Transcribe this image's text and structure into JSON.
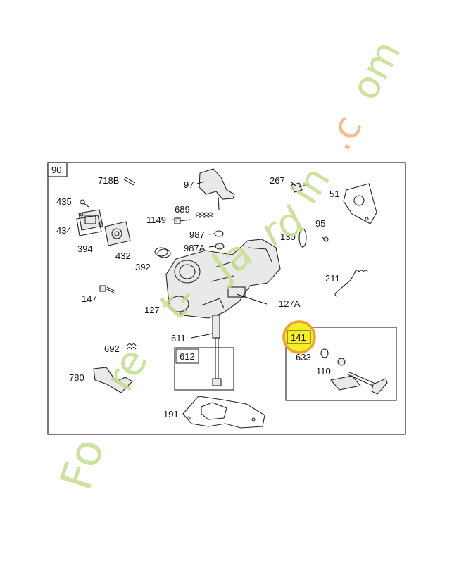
{
  "diagram": {
    "frame_label": "90",
    "labels": {
      "p718B": "718B",
      "p97": "97",
      "p267": "267",
      "p435": "435",
      "p51": "51",
      "p434": "434",
      "p689": "689",
      "p1149": "1149",
      "p95": "95",
      "p987": "987",
      "p130": "130",
      "p394": "394",
      "p432": "432",
      "p987A": "987A",
      "p392": "392",
      "p211": "211",
      "p147": "147",
      "p127": "127",
      "p127A": "127A",
      "p611": "611",
      "p692": "692",
      "p612": "612",
      "p633": "633",
      "p110": "110",
      "p780": "780",
      "p191": "191",
      "p141": "141"
    },
    "highlight": {
      "fill": "#f7ee2a",
      "ring": "#f0a030"
    }
  },
  "watermark": {
    "text": "Foret-Jardin.com",
    "segments": [
      "Fo",
      "re",
      "t-",
      "Ja",
      "rd",
      "in",
      ".c",
      "om"
    ],
    "colors": {
      "primary": "#c5dd8c",
      "accent": "#f2b27c"
    }
  }
}
